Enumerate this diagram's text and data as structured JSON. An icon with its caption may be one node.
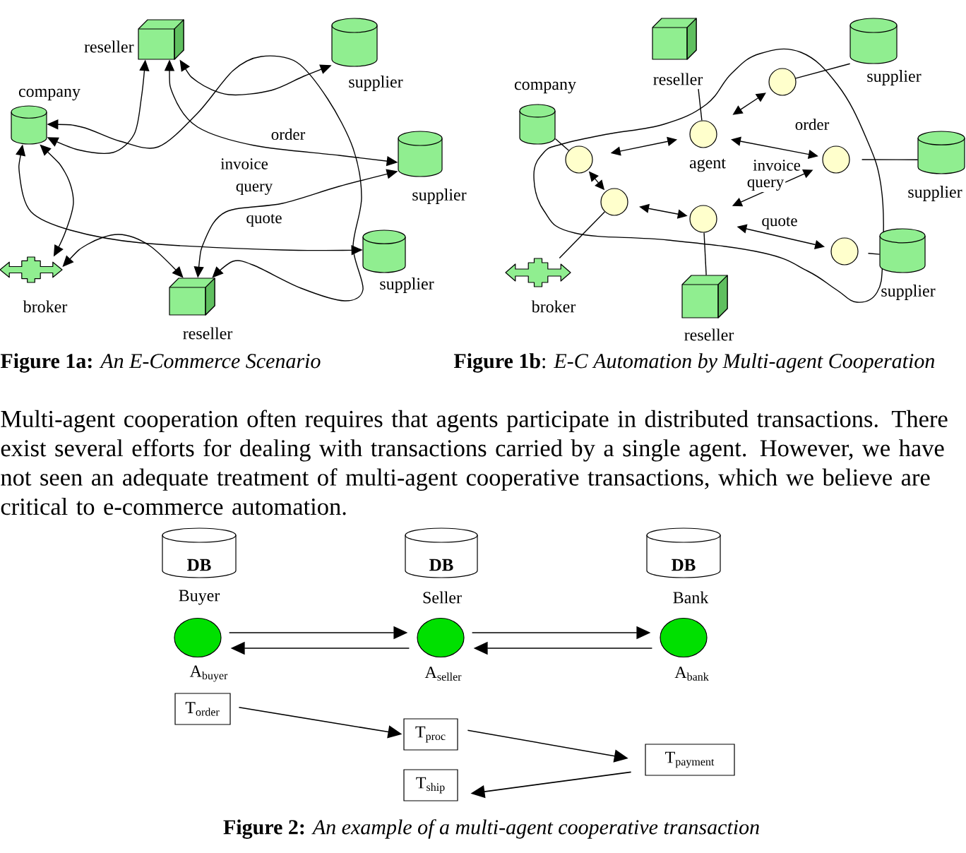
{
  "diagram": {
    "nodes": [
      {
        "text": [
          "reseller"
        ]
      },
      {
        "text": [
          "supplier"
        ]
      },
      {
        "text": [
          "company"
        ]
      },
      {
        "text": [
          "supplier"
        ]
      },
      {
        "text": [
          "supplier"
        ]
      },
      {
        "text": [
          "broker"
        ]
      },
      {
        "text": [
          "reseller"
        ]
      },
      {
        "text": [
          "reseller"
        ]
      },
      {
        "text": [
          "supplier"
        ]
      },
      {
        "text": [
          "company"
        ]
      },
      {
        "text": [],
        "shape": "blob"
      },
      {
        "text": [],
        "shape": "circle",
        "in": 10
      },
      {
        "text": [
          "agent"
        ],
        "in": 10
      },
      {
        "text": [],
        "shape": "circle",
        "in": 10
      },
      {
        "text": [],
        "shape": "circle",
        "in": 10
      },
      {
        "text": [],
        "shape": "circle",
        "in": 10
      },
      {
        "text": [],
        "shape": "circle",
        "in": 10
      },
      {
        "text": [],
        "shape": "circle",
        "in": 10
      },
      {
        "text": [
          "supplier"
        ]
      },
      {
        "text": [
          "supplier"
        ]
      },
      {
        "text": [
          "broker"
        ]
      },
      {
        "text": [
          "reseller"
        ]
      },
      {
        "text": [
          "DB"
        ]
      },
      {
        "text": [
          "DB"
        ]
      },
      {
        "text": [
          "DB"
        ]
      },
      {
        "text": [
          "Buyer"
        ],
        "beside": [
          "A$_{buyer}$"
        ]
      },
      {
        "text": [
          "Seller"
        ],
        "beside": [
          "A$_{seller}$"
        ]
      },
      {
        "text": [
          "Bank"
        ],
        "beside": [
          "A$_{bank}$"
        ]
      },
      {
        "text": [
          "T$_{order}$"
        ]
      },
      {
        "text": [
          "T$_{proc}$"
        ]
      },
      {
        "text": [
          "T$_{payment}$"
        ]
      },
      {
        "text": [
          "T$_{ship}$"
        ]
      }
    ],
    "edges": [
      {
        "from": 0,
        "to": 2,
        "arrow": "both"
      },
      {
        "from": 0,
        "to": 1,
        "arrow": "both"
      },
      {
        "from": 0,
        "to": 3,
        "arrow": "both"
      },
      {
        "from": 2,
        "to": 5,
        "arrow": "both"
      },
      {
        "from": 2,
        "to": 4,
        "arrow": "both"
      },
      {
        "from": 5,
        "to": 6,
        "arrow": "both"
      },
      {
        "from": 6,
        "to": 3,
        "arrow": "both"
      },
      {
        "from": 2,
        "to": 6,
        "arrow": "both"
      },
      {
        "from": 7,
        "to": 12,
        "arrow": "none"
      },
      {
        "from": 8,
        "to": 13,
        "arrow": "none"
      },
      {
        "from": 9,
        "to": 11,
        "arrow": "none"
      },
      {
        "from": 11,
        "to": 12,
        "arrow": "both"
      },
      {
        "from": 12,
        "to": 13,
        "arrow": "both"
      },
      {
        "from": 12,
        "to": 14,
        "arrow": "both"
      },
      {
        "from": 11,
        "to": 15,
        "arrow": "both"
      },
      {
        "from": 14,
        "to": 18,
        "arrow": "none"
      },
      {
        "from": 15,
        "to": 16,
        "arrow": "both"
      },
      {
        "from": 16,
        "to": 14,
        "arrow": "both"
      },
      {
        "from": 16,
        "to": 17,
        "arrow": "both"
      },
      {
        "from": 17,
        "to": 19,
        "arrow": "none"
      },
      {
        "from": 20,
        "to": 15,
        "arrow": "none"
      },
      {
        "from": 21,
        "to": 16,
        "arrow": "none"
      },
      {
        "from": 25,
        "to": 26,
        "arrow": "to"
      },
      {
        "from": 26,
        "to": 25,
        "arrow": "to"
      },
      {
        "from": 26,
        "to": 27,
        "arrow": "to"
      },
      {
        "from": 27,
        "to": 26,
        "arrow": "to"
      },
      {
        "from": 28,
        "to": 29,
        "arrow": "to"
      },
      {
        "from": 29,
        "to": 30,
        "arrow": "to"
      },
      {
        "from": 30,
        "to": 31,
        "arrow": "to"
      }
    ],
    "labels": [
      "order",
      "invoice",
      "query",
      "quote",
      "order",
      "invoice",
      "query",
      "quote",
      "**Figure 1a:** *An E-Commerce Scenario*",
      "**Figure 1b**: *E-C Automation by Multi-agent Cooperation*",
      "Multi-agent cooperation often requires that agents participate in distributed transactions. There exist several efforts for dealing with transactions carried by a single agent. However, we have not seen an adequate treatment of multi-agent cooperative transactions, which we believe are critical to e-commerce automation.",
      "**Figure 2:** *An example of a multi-agent cooperative transaction*"
    ]
  }
}
